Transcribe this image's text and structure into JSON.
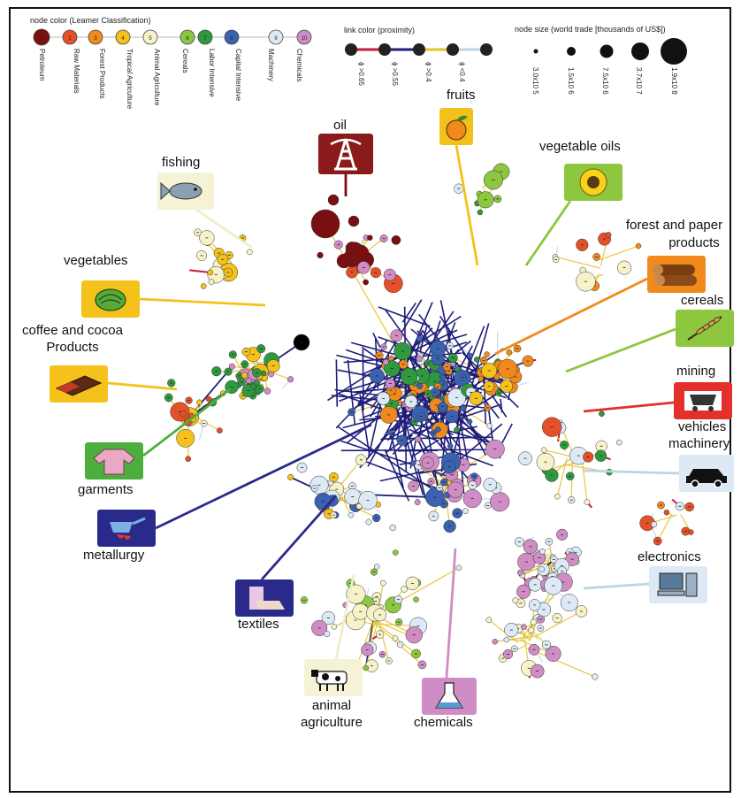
{
  "legend": {
    "node_color": {
      "title": "node color (Leamer Classification)",
      "items": [
        {
          "num": "1",
          "name": "Petroleum",
          "color": "#7a0f0f"
        },
        {
          "num": "2",
          "name": "Raw Materials",
          "color": "#e4502a"
        },
        {
          "num": "3",
          "name": "Forest Products",
          "color": "#f08a1c"
        },
        {
          "num": "4",
          "name": "Tropical Agriculture",
          "color": "#f4c21a"
        },
        {
          "num": "5",
          "name": "Animal Agriculture",
          "color": "#f7f2c8"
        },
        {
          "num": "6",
          "name": "Cereals",
          "color": "#8dc63f"
        },
        {
          "num": "7",
          "name": "Labor Intensive",
          "color": "#2e9a3d"
        },
        {
          "num": "8",
          "name": "Capital Intensive",
          "color": "#3a62b0"
        },
        {
          "num": "9",
          "name": "Machinery",
          "color": "#dde9f4"
        },
        {
          "num": "10",
          "name": "Chemicals",
          "color": "#d08cc4"
        }
      ]
    },
    "link_color": {
      "title": "link color (proximity)",
      "items": [
        {
          "label": "ϕ >0.65",
          "color": "#c41e3a"
        },
        {
          "label": "ϕ >0.55",
          "color": "#1e1e7a"
        },
        {
          "label": "ϕ >0.4",
          "color": "#e6c229"
        },
        {
          "label": "ϕ <0.4",
          "color": "#b9d6e6"
        }
      ]
    },
    "node_size": {
      "title": "node size (world trade [thousands of US$])",
      "items": [
        "3.0x10 5",
        "1.5x10 6",
        "7.5x10 6",
        "3.7x10 7",
        "1.9x10 8"
      ]
    }
  },
  "labels": {
    "oil": "oil",
    "fruits": "fruits",
    "fishing": "fishing",
    "vegetable_oils": "vegetable oils",
    "forest_paper_1": "forest and paper",
    "forest_paper_2": "products",
    "vegetables": "vegetables",
    "cereals": "cereals",
    "coffee_1": "coffee and cocoa",
    "coffee_2": "Products",
    "mining": "mining",
    "vehicles_1": "vehicles",
    "vehicles_2": "machinery",
    "garments": "garments",
    "metallurgy": "metallurgy",
    "electronics": "electronics",
    "textiles": "textiles",
    "animal_1": "animal",
    "animal_2": "agriculture",
    "chemicals": "chemicals"
  },
  "icons": {
    "oil": {
      "name": "oil-rig-icon",
      "bg": "#8b1a1a"
    },
    "fruits": {
      "name": "orange-fruit-icon",
      "bg": "#f2c21b"
    },
    "fishing": {
      "name": "fish-icon",
      "bg": "#f5f2d6"
    },
    "vegetable_oils": {
      "name": "sunflower-icon",
      "bg": "#8dc63f"
    },
    "forest": {
      "name": "logs-icon",
      "bg": "#f08a1c"
    },
    "vegetables": {
      "name": "lettuce-icon",
      "bg": "#f4c21a"
    },
    "cereals": {
      "name": "wheat-icon",
      "bg": "#8dc63f"
    },
    "coffee": {
      "name": "chocolate-bar-icon",
      "bg": "#f4c21a"
    },
    "mining": {
      "name": "mine-cart-icon",
      "bg": "#e4302a"
    },
    "vehicles": {
      "name": "car-icon",
      "bg": "#dde9f4"
    },
    "garments": {
      "name": "sweater-icon",
      "bg": "#4caf3d"
    },
    "metallurgy": {
      "name": "ladle-icon",
      "bg": "#2a2a8a"
    },
    "electronics": {
      "name": "computer-icon",
      "bg": "#dde9f4"
    },
    "textiles": {
      "name": "fabric-icon",
      "bg": "#2a2a8a"
    },
    "animal": {
      "name": "cow-icon",
      "bg": "#f5f2d6"
    },
    "chemicals": {
      "name": "flask-icon",
      "bg": "#d08cc4"
    }
  }
}
